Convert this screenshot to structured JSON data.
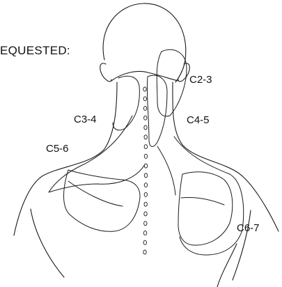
{
  "header_text": "EQUESTED:",
  "labels": {
    "c2_3": "C2-3",
    "c3_4": "C3-4",
    "c4_5": "C4-5",
    "c5_6": "C5-6",
    "c6_7": "C6-7"
  },
  "spine": {
    "vertebra_count": 18
  },
  "colors": {
    "line": "#1a1a1a",
    "background": "#ffffff"
  }
}
